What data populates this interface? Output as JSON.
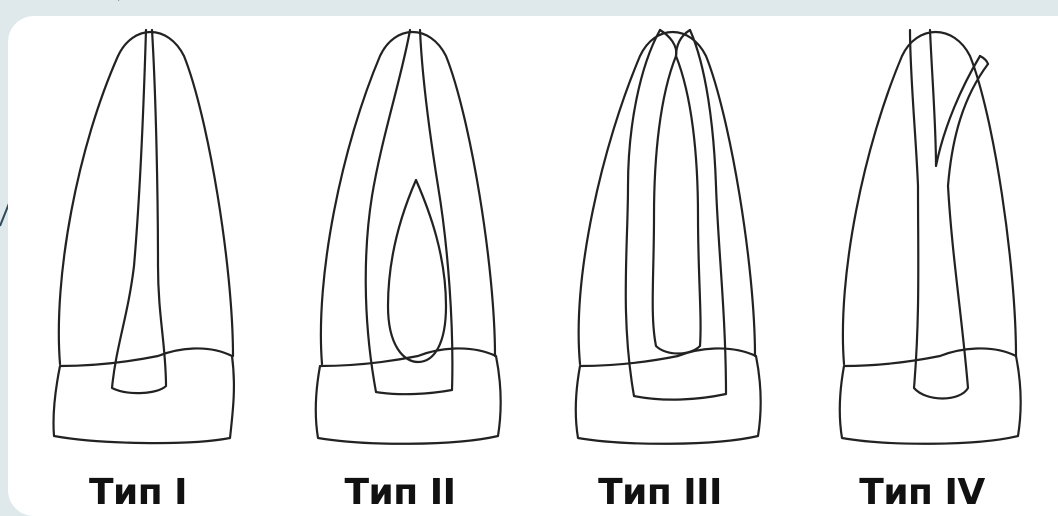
{
  "figures": [
    {
      "label": "Тип I",
      "icon": "tooth-single-canal-icon"
    },
    {
      "label": "Тип II",
      "icon": "tooth-split-rejoin-canal-icon"
    },
    {
      "label": "Тип III",
      "icon": "tooth-two-separate-canals-icon"
    },
    {
      "label": "Тип IV",
      "icon": "tooth-split-canal-icon"
    }
  ],
  "colors": {
    "background": "#dfe9ec",
    "panel": "#ffffff",
    "decor_line": "#2d4a5a",
    "outline": "#222222"
  }
}
